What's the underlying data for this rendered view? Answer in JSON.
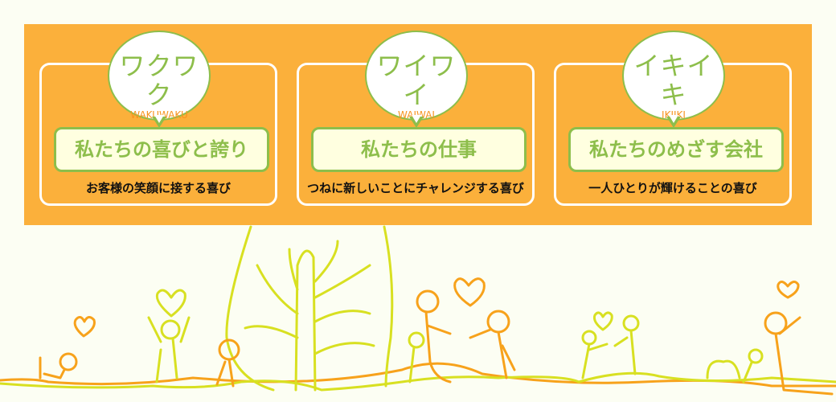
{
  "cards": [
    {
      "bubble": "ワクワク",
      "bubble_en": "WAKUWAKU",
      "title": "私たちの喜びと誇り",
      "subtitle": "お客様の笑顔に接する喜び"
    },
    {
      "bubble": "ワイワイ",
      "bubble_en": "WAIWAI",
      "title": "私たちの仕事",
      "subtitle": "つねに新しいことにチャレンジする喜び"
    },
    {
      "bubble": "イキイキ",
      "bubble_en": "IKIIKI",
      "title": "私たちのめざす会社",
      "subtitle": "一人ひとりが輝けることの喜び"
    }
  ],
  "colors": {
    "panel": "#FBB03B",
    "green": "#8DBE4B",
    "orange_text": "#F7931E",
    "line_yellow": "#D8E021",
    "line_orange": "#F7A21B"
  }
}
